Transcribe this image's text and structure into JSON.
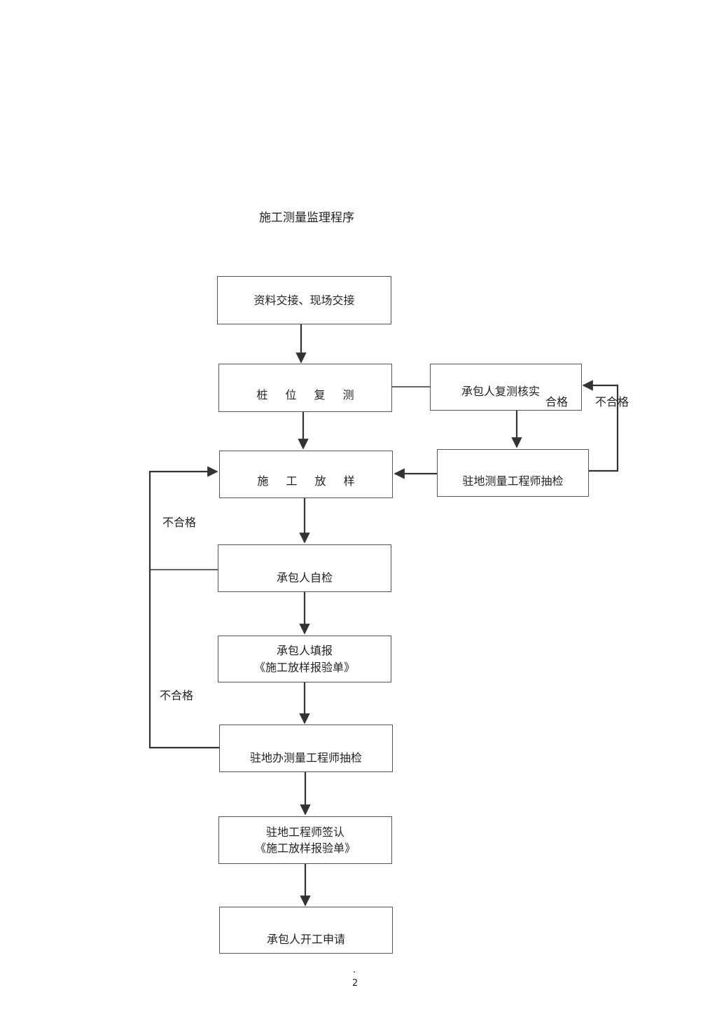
{
  "title": "施工测量监理程序",
  "boxes": {
    "handover": "资料交接、现场交接",
    "pile_recheck": "桩 位 复 测",
    "contractor_verify": "承包人复测核实",
    "resident_survey_check": "驻地测量工程师抽检",
    "setting_out": "施 工 放 样",
    "self_check": "承包人自检",
    "fill_form_line1": "承包人填报",
    "fill_form_line2": "《施工放样报验单》",
    "office_survey_check": "驻地办测量工程师抽检",
    "engineer_sign_line1": "驻地工程师签认",
    "engineer_sign_line2": "《施工放样报验单》",
    "start_request": "承包人开工申请"
  },
  "labels": {
    "pass": "合格",
    "fail_right": "不合格",
    "fail_left_upper": "不合格",
    "fail_left_lower": "不合格"
  },
  "page_number": "2"
}
